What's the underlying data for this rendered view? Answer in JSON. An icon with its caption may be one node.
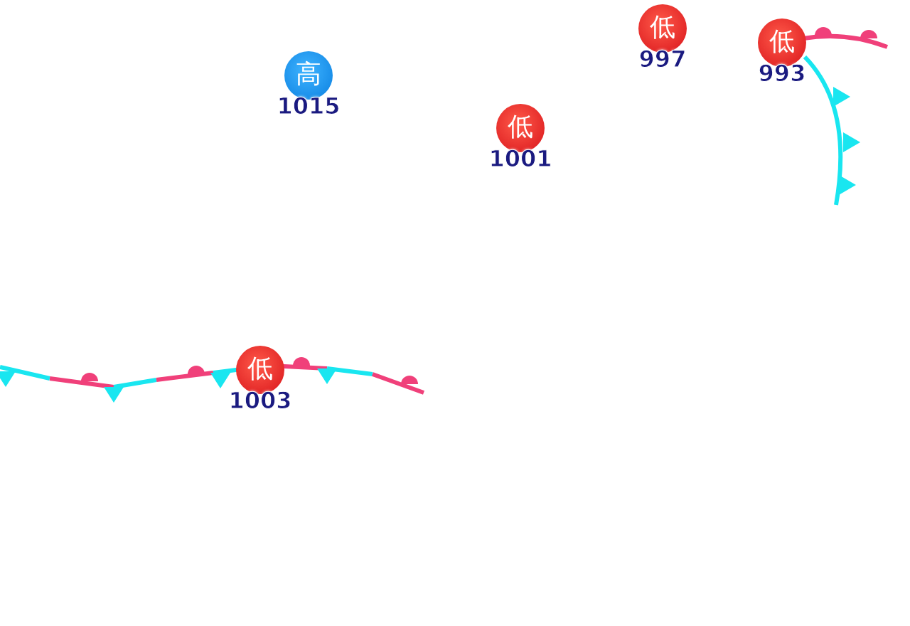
{
  "diagram": {
    "nodes": [
      {
        "text": [
          "低"
        ],
        "beside": [
          "997"
        ]
      },
      {
        "text": [
          "低"
        ],
        "beside": [
          "993"
        ]
      },
      {
        "text": [
          "高"
        ],
        "beside": [
          "1015"
        ]
      },
      {
        "text": [
          "低"
        ],
        "beside": [
          "1001"
        ]
      },
      {
        "text": [
          "低"
        ],
        "beside": [
          "1003"
        ]
      }
    ]
  }
}
